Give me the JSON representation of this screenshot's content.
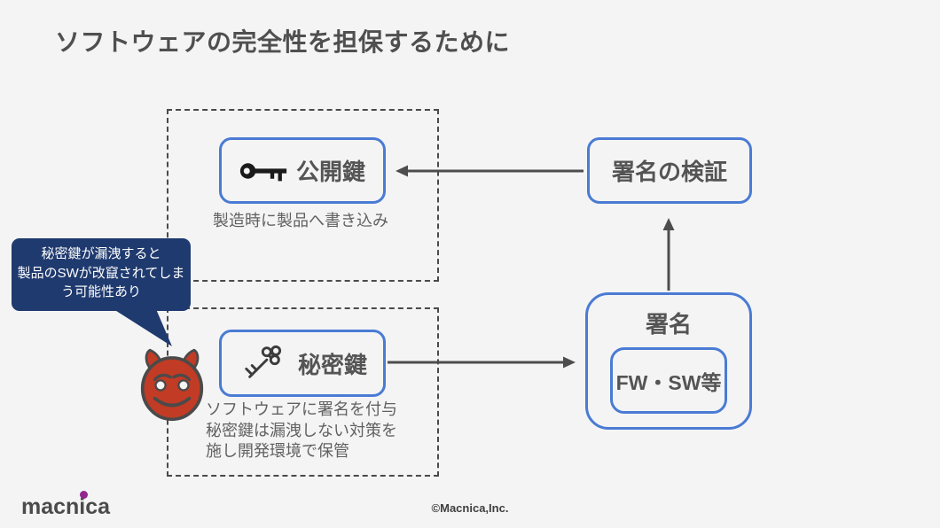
{
  "slide": {
    "title": "ソフトウェアの完全性を担保するために"
  },
  "device_area": {
    "public_key": {
      "label": "公開鍵",
      "icon": "key-solid-icon",
      "caption": "製造時に製品へ書き込み"
    },
    "private_key": {
      "label": "秘密鍵",
      "icon": "key-outline-icon",
      "caption_lines": [
        "ソフトウェアに署名を付与",
        "秘密鍵は漏洩しない対策を",
        "施し開発環境で保管"
      ]
    }
  },
  "process_area": {
    "signature_verify": {
      "label": "署名の検証"
    },
    "signature": {
      "label": "署名",
      "payload": "FW・SW等"
    }
  },
  "warning_bubble": {
    "lines": [
      "秘密鍵が漏洩すると",
      "製品のSWが改竄されてしま",
      "う可能性あり"
    ]
  },
  "footer": {
    "logo": "macnica",
    "copyright": "©Macnica,Inc."
  },
  "colors": {
    "accent_blue": "#4a7bd4",
    "bubble_navy": "#1f3a6e",
    "devil_red": "#c23b25",
    "logo_purple": "#92278f",
    "arrow_gray": "#4d4d4d",
    "background": "#f4f4f5"
  }
}
